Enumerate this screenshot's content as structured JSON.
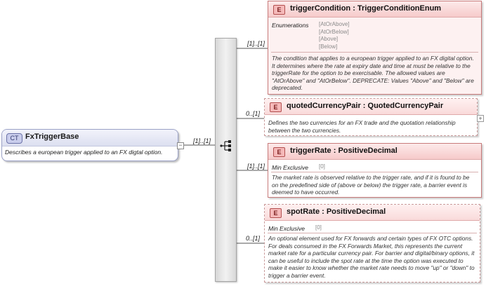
{
  "complex_type": {
    "badge": "CT",
    "name": "FxTriggerBase",
    "documentation": "Describes a european trigger applied to an FX digtal option."
  },
  "type_cardinality": "[1]..[1]",
  "elements": [
    {
      "badge": "E",
      "name": "triggerCondition : TriggerConditionEnum",
      "cardinality": "[1]..[1]",
      "facet_label": "Enumerations",
      "facet_values": [
        "[AtOrAbove]",
        "[AtOrBelow]",
        "[Above]",
        "[Below]"
      ],
      "documentation": "The condition that applies to a european trigger applied to an FX digital option. It determines where the rate at expiry date and time at must be relative to the triggerRate for the option to be exercisable. The allowed values are \"AtOrAbove\" and \"AtOrBelow\". DEPRECATE: Values \"Above\" and \"Below\" are deprecated."
    },
    {
      "badge": "E",
      "name": "quotedCurrencyPair : QuotedCurrencyPair",
      "cardinality": "0..[1]",
      "documentation": "Defines the two currencies for an FX trade and the quotation relationship between the two currencies."
    },
    {
      "badge": "E",
      "name": "triggerRate : PositiveDecimal",
      "cardinality": "[1]..[1]",
      "facet_label": "Min Exclusive",
      "facet_values": [
        "[0]"
      ],
      "documentation": "The market rate is observed relative to the trigger rate, and if it is found to be on the predefined side of (above or below) the trigger rate, a barrier event is deemed to have occurred."
    },
    {
      "badge": "E",
      "name": "spotRate : PositiveDecimal",
      "cardinality": "0..[1]",
      "facet_label": "Min Exclusive",
      "facet_values": [
        "[0]"
      ],
      "documentation": "An optional element used for FX forwards and certain types of FX OTC options. For deals consumed in the FX Forwards Market, this represents the current market rate for a particular currency pair. For barrier and digital/binary options, it can be useful to include the spot rate at the time the option was executed to make it easier to know whether the market rate needs to move \"up\" or \"down\" to trigger a barrier event."
    }
  ],
  "icons": {
    "collapse": "minus-icon",
    "expand": "plus-icon",
    "sequence": "sequence-compositor-icon"
  },
  "colors": {
    "complex_type_border": "#9aa1c6",
    "element_border": "#c77a7a",
    "element_header": "#f6caca",
    "connector": "#555555"
  }
}
